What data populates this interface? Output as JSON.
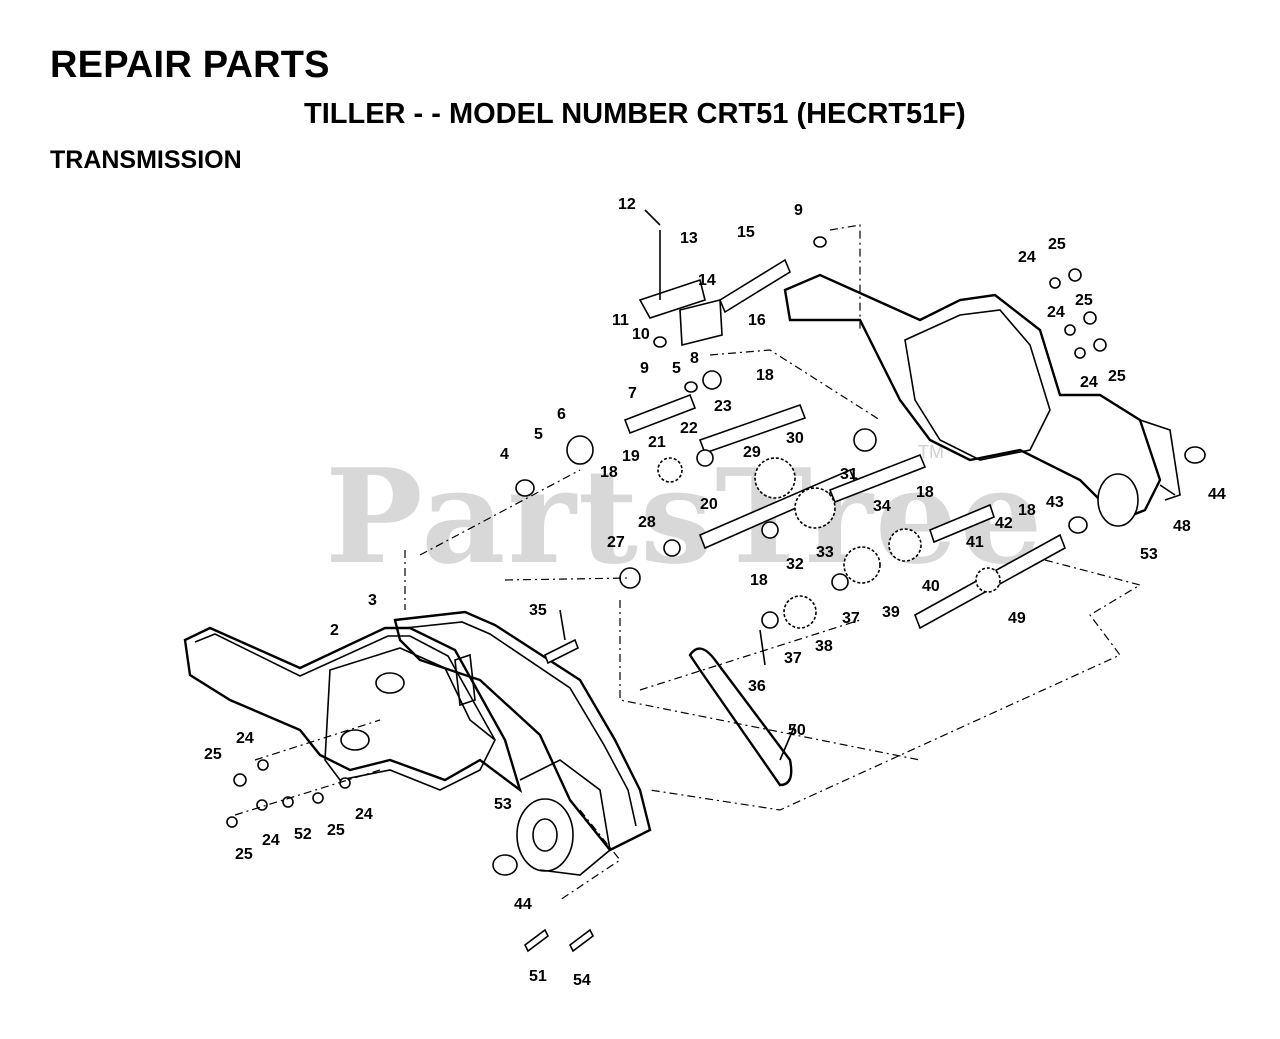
{
  "header": {
    "title": "REPAIR PARTS",
    "subtitle": "TILLER - - MODEL NUMBER CRT51 (HECRT51F)",
    "section": "TRANSMISSION"
  },
  "watermark": {
    "text": "PartsTree",
    "mark": "TM"
  },
  "callouts": [
    "12",
    "13",
    "15",
    "9",
    "14",
    "11",
    "10",
    "16",
    "9",
    "8",
    "5",
    "7",
    "18",
    "23",
    "6",
    "5",
    "4",
    "21",
    "22",
    "19",
    "18",
    "20",
    "29",
    "30",
    "31",
    "34",
    "18",
    "28",
    "27",
    "32",
    "18",
    "33",
    "39",
    "40",
    "41",
    "42",
    "18",
    "43",
    "24",
    "25",
    "24",
    "25",
    "24",
    "25",
    "44",
    "48",
    "53",
    "49",
    "37",
    "38",
    "37",
    "36",
    "35",
    "3",
    "2",
    "50",
    "25",
    "24",
    "53",
    "24",
    "25",
    "24",
    "52",
    "25",
    "44",
    "51",
    "54"
  ]
}
